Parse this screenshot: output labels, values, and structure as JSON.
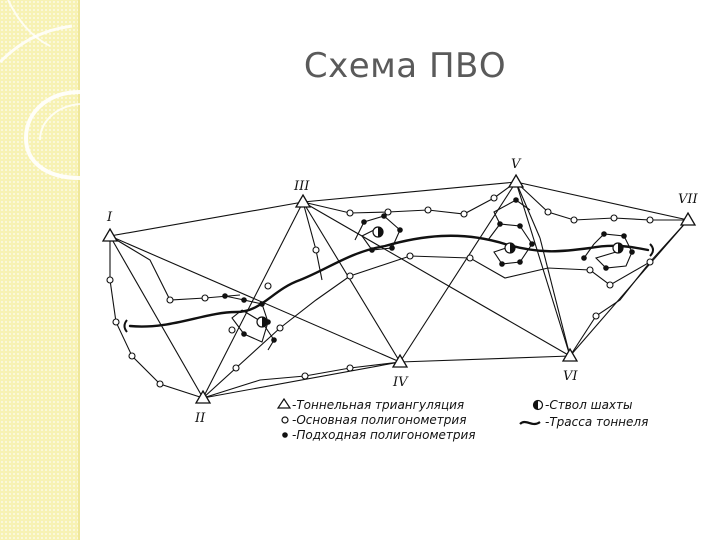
{
  "slide": {
    "title": "Схема ПВО"
  },
  "diagram": {
    "stations": [
      "I",
      "II",
      "III",
      "IV",
      "V",
      "VI",
      "VII"
    ],
    "legend": {
      "triangulation": "-Тоннельная триангуляция",
      "main_polygonometry": "-Основная полигонометрия",
      "approach_polygonometry": "-Подходная полигонометрия",
      "shaft": "-Ствол шахты",
      "tunnel_route": "-Трасса тоннеля"
    }
  },
  "colors": {
    "side_band": "#f7f2b4",
    "title": "#5a5a5a",
    "ink": "#111111"
  }
}
